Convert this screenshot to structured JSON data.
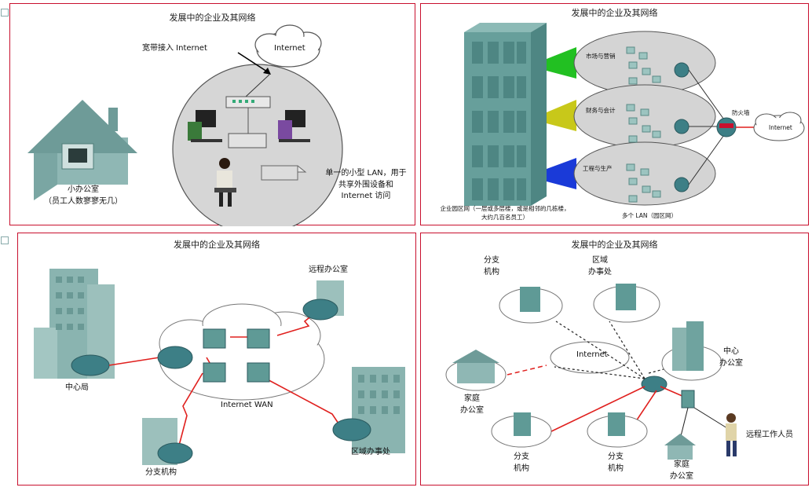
{
  "panel1": {
    "title": "发展中的企业及其网络",
    "internet": "Internet",
    "broadband": "宽带接入 Internet",
    "office_line1": "小办公室",
    "office_line2": "（员工人数寥寥无几）",
    "lan_line1": "单一的小型 LAN，用于",
    "lan_line2": "共享外围设备和",
    "lan_line3": "Internet 访问"
  },
  "panel2": {
    "title": "发展中的企业及其网络",
    "dept1": "市场与营销",
    "dept2": "财务与会计",
    "dept3": "工程与生产",
    "firewall": "防火墙",
    "internet": "Internet",
    "campus_line1": "企业园区网（一层或多层楼，或是相邻的几栋楼，",
    "campus_line2": "大约几百名员工）",
    "multi_lan": "多个 LAN（园区网）"
  },
  "panel3": {
    "title": "发展中的企业及其网络",
    "remote": "远程办公室",
    "central": "中心局",
    "wan": "Internet WAN",
    "branch": "分支机构",
    "regional": "区域办事处"
  },
  "panel4": {
    "title": "发展中的企业及其网络",
    "branch_top_1": "分支",
    "branch_top_2": "机构",
    "region_1": "区域",
    "region_2": "办事处",
    "internet": "Internet",
    "center_1": "中心",
    "center_2": "办公室",
    "home_left_1": "家庭",
    "home_left_2": "办公室",
    "teleworker": "远程工作人员",
    "branch_b1_1": "分支",
    "branch_b1_2": "机构",
    "branch_b2_1": "分支",
    "branch_b2_2": "机构",
    "home_b_1": "家庭",
    "home_b_2": "办公室"
  },
  "colors": {
    "border": "#c8102e",
    "building": "#5f9a96",
    "router": "#3d7f86",
    "link": "#e0201e",
    "circle_fill": "#d8d8d8"
  }
}
